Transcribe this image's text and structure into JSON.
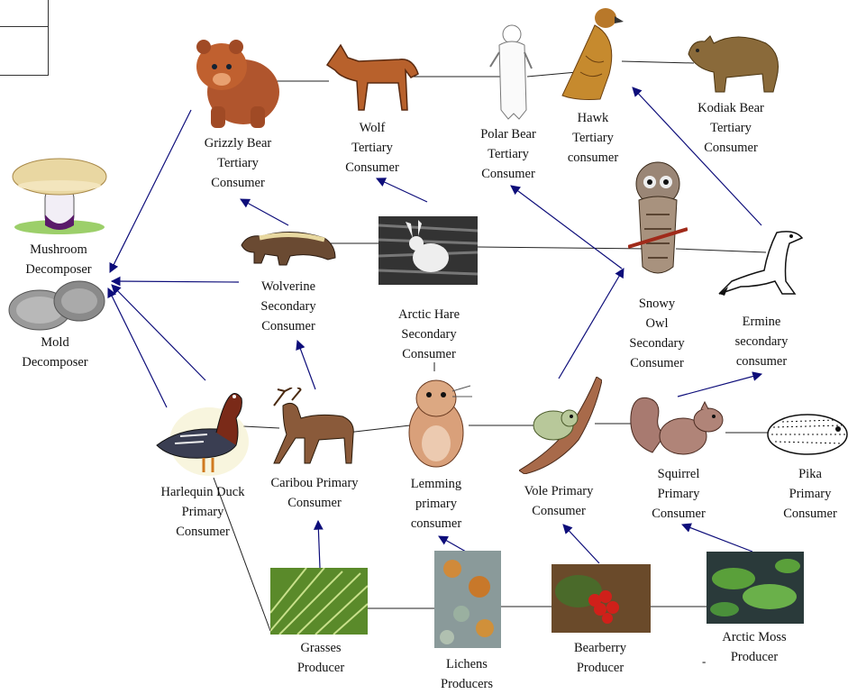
{
  "organisms": {
    "grizzly": {
      "name": "Grizzly Bear",
      "role": "Tertiary",
      "role2": "Consumer"
    },
    "wolf": {
      "name": "Wolf",
      "role": "Tertiary",
      "role2": "Consumer"
    },
    "polar": {
      "name": "Polar Bear",
      "role": "Tertiary",
      "role2": "Consumer"
    },
    "hawk": {
      "name": "Hawk",
      "role": "Tertiary",
      "role2": "consumer"
    },
    "kodiak": {
      "name": "Kodiak Bear",
      "role": "Tertiary",
      "role2": "Consumer"
    },
    "mushroom": {
      "name": "Mushroom",
      "role": "Decomposer"
    },
    "mold": {
      "name": "Mold",
      "role": "Decomposer"
    },
    "wolverine": {
      "name": "Wolverine",
      "role": "Secondary",
      "role2": "Consumer"
    },
    "hare": {
      "name": "Arctic Hare",
      "role": "Secondary",
      "role2": "Consumer"
    },
    "owl": {
      "name": "Snowy",
      "role": "Owl",
      "role2": "Secondary",
      "role3": "Consumer"
    },
    "ermine": {
      "name": "Ermine",
      "role": "secondary",
      "role2": "consumer"
    },
    "duck": {
      "name": "Harlequin Duck",
      "role": "Primary",
      "role2": "Consumer"
    },
    "caribou": {
      "name": "Caribou Primary",
      "role": "Consumer"
    },
    "lemming": {
      "name": "Lemming",
      "role": "primary",
      "role2": "consumer"
    },
    "vole": {
      "name": "Vole Primary",
      "role": "Consumer"
    },
    "squirrel": {
      "name": "Squirrel",
      "role": "Primary",
      "role2": "Consumer"
    },
    "pika": {
      "name": "Pika",
      "role": "Primary",
      "role2": "Consumer"
    },
    "grasses": {
      "name": "Grasses",
      "role": "Producer"
    },
    "lichens": {
      "name": "Lichens",
      "role": "Producers"
    },
    "bearberry": {
      "name": "Bearberry",
      "role": "Producer"
    },
    "moss": {
      "name": "Arctic Moss",
      "role": "Producer"
    }
  },
  "stray_mark": "-",
  "colors": {
    "arrow": "#0d0d7a",
    "line": "#222222"
  }
}
